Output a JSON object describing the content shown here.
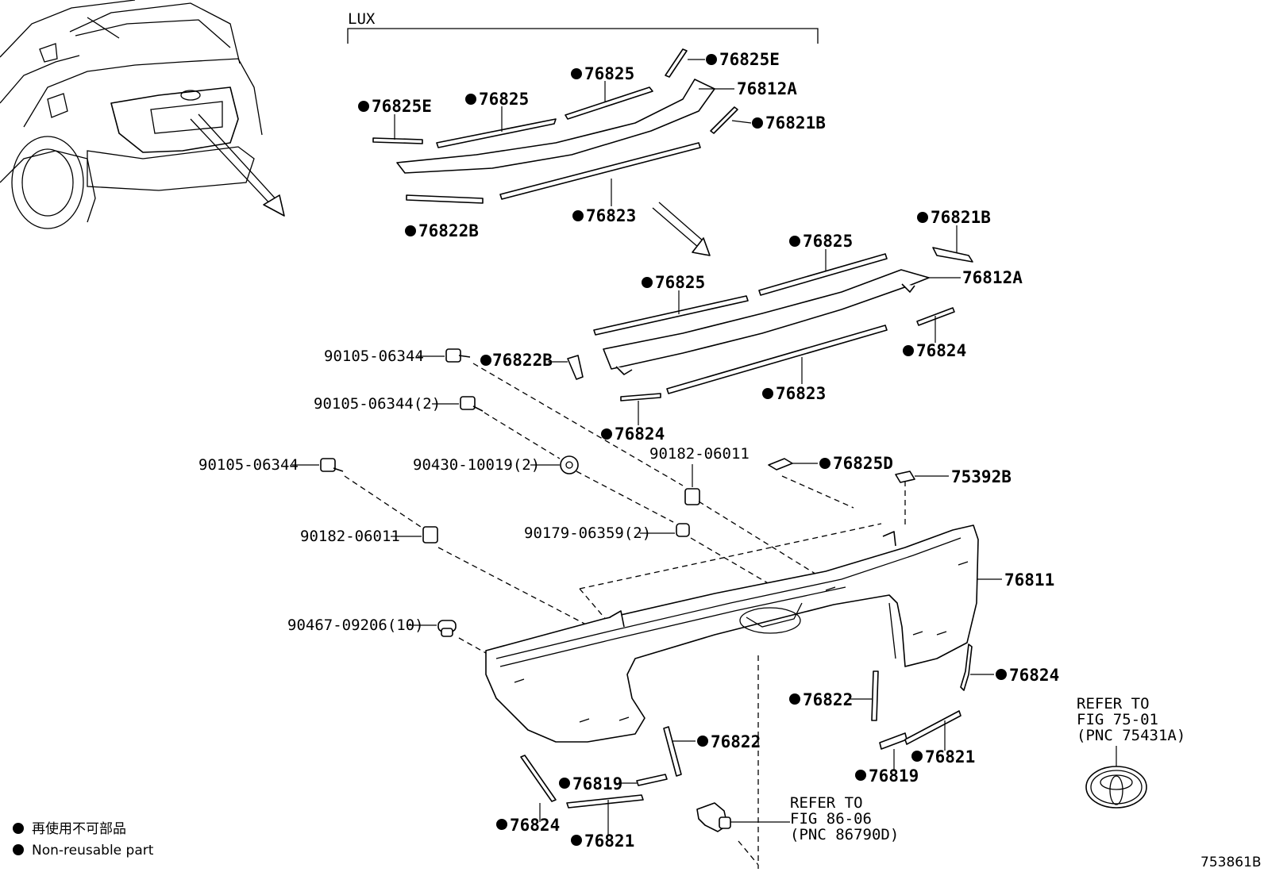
{
  "bracket_label": "LUX",
  "callouts": {
    "lux_76825E_right": "76825E",
    "lux_76825_mid": "76825",
    "lux_76812A": "76812A",
    "lux_76825E_left": "76825E",
    "lux_76825_left": "76825",
    "lux_76821B": "76821B",
    "lux_76822B": "76822B",
    "lux_76823": "76823",
    "std_76821B": "76821B",
    "std_76825_right": "76825",
    "std_76812A": "76812A",
    "std_76825_left": "76825",
    "std_76824_right": "76824",
    "std_76822B": "76822B",
    "std_76823": "76823",
    "std_76824_left": "76824",
    "bolt_1": "90105-06344",
    "bolt_2": "90105-06344(2)",
    "bolt_3": "90105-06344",
    "washer": "90430-10019(2)",
    "nut_upper": "90182-06011",
    "nut_left": "90182-06011",
    "nut_2": "90179-06359(2)",
    "clip": "90467-09206(10)",
    "p76825D": "76825D",
    "p75392B": "75392B",
    "p76811": "76811",
    "p76824_side": "76824",
    "p76822_right": "76822",
    "p76819_right": "76819",
    "p76821_right": "76821",
    "p76822_left": "76822",
    "p76819_left": "76819",
    "p76824_bottom": "76824",
    "p76821_left": "76821"
  },
  "refer_emblem": [
    "REFER TO",
    "FIG 75-01",
    "(PNC 75431A)"
  ],
  "refer_camera": [
    "REFER TO",
    "FIG 86-06",
    "(PNC 86790D)"
  ],
  "legend": {
    "japanese": "再使用不可部品",
    "english": "Non-reusable part"
  },
  "diagram_id": "753861B",
  "non_reusable_marker": "filled-circle-icon",
  "colors": {
    "line": "#000000",
    "background": "#ffffff"
  }
}
